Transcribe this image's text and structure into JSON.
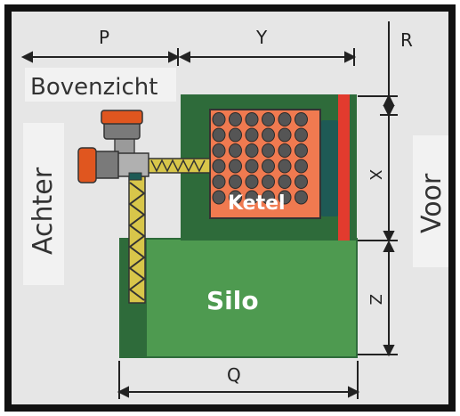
{
  "labels": {
    "bovenzicht": "Bovenzicht",
    "achter": "Achter",
    "voor": "Voor",
    "ketel": "Ketel",
    "silo": "Silo"
  },
  "dimensions": {
    "p": "P",
    "y": "Y",
    "r": "R",
    "x": "X",
    "z": "Z",
    "q": "Q"
  },
  "colors": {
    "frame": "#111111",
    "background": "#e6e6e6",
    "dark_green": "#2e6b3a",
    "green": "#4a944f",
    "silo_green": "#4e9a50",
    "ketel_orange": "#f07a50",
    "red_panel": "#e23b2e",
    "teal_panel": "#1e5a55",
    "auger_yellow": "#d8c64a",
    "motor_orange": "#e0561f",
    "pipe_grey": "#8c8c8c"
  },
  "ketel_grid": {
    "rows": 6,
    "cols": 6
  }
}
